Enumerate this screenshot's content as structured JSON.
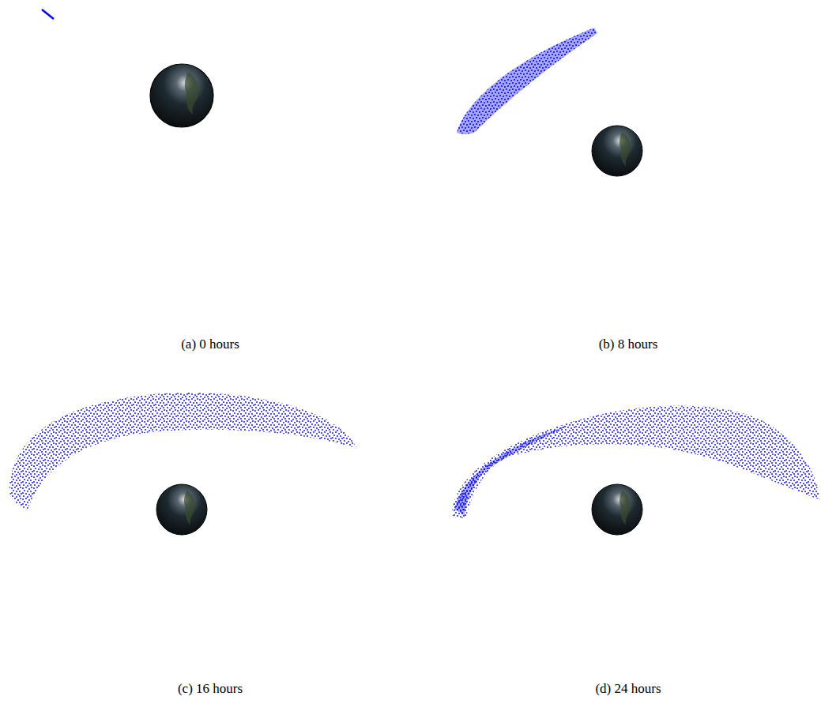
{
  "diagram": {
    "labels": [
      "(a) 0 hours",
      "(b) 8 hours",
      "(c) 16 hours",
      "(d) 24 hours"
    ]
  }
}
